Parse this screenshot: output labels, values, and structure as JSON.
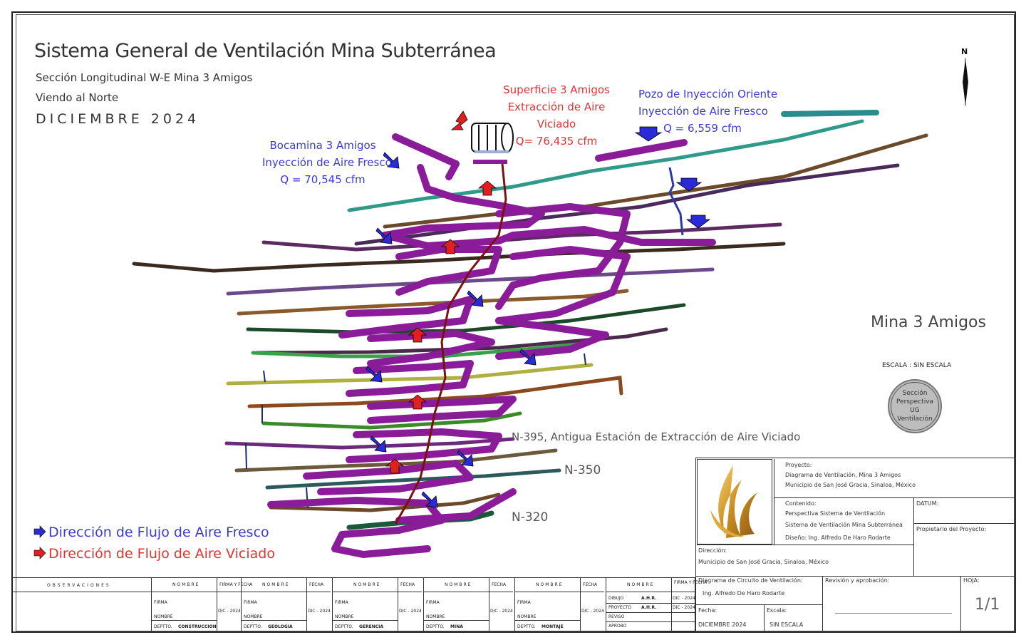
{
  "title": "Sistema General de Ventilación Mina Subterránea",
  "subtitle_section": "Sección Longitudinal W-E Mina 3 Amigos",
  "subtitle_view": "Viendo al Norte",
  "subtitle_date": "DICIEMBRE 2024",
  "north_label": "N",
  "labels": {
    "exhaust": {
      "line1": "Superficie 3 Amigos",
      "line2": "Extracción de Aire",
      "line3": "Viciado",
      "flow": "Q= 76,435 cfm"
    },
    "injection_east": {
      "line1": "Pozo de Inyección Oriente",
      "line2": "Inyección de Aire Fresco",
      "flow": "Q = 6,559 cfm"
    },
    "adit": {
      "line1": "Bocamina 3 Amigos",
      "line2": "Inyección de Aire Fresco",
      "flow": "Q = 70,545 cfm"
    }
  },
  "levels": {
    "n395": "N-395, Antigua Estación de Extracción de Aire Viciado",
    "n350": "N-350",
    "n320": "N-320"
  },
  "mine_name": "Mina 3 Amigos",
  "scale_label": "ESCALA : SIN ESCALA",
  "stamp": {
    "line1": "Sección",
    "line2": "Perspectiva",
    "line3": "UG",
    "line4": "Ventilación"
  },
  "legend": {
    "fresh": "Dirección de Flujo de Aire Fresco",
    "stale": "Dirección de Flujo de Aire Viciado"
  },
  "colors": {
    "fresh": "#2a2ad6",
    "stale": "#e02020",
    "ramp": "#8a1c9a",
    "shaft": "#7a1010",
    "teal": "#2a8c8c"
  },
  "title_block": {
    "project_label": "Proyecto:",
    "project_1": "Diagrama de Ventilación, Mina 3 Amigos",
    "project_2": "Municipio de San José Gracia, Sinaloa, México",
    "content_label": "Contenido:",
    "content_1": "Perspectiva Sistema de Ventilación",
    "content_2": "Sistema de Ventilación Mina Subterránea",
    "design": "Diseño: Ing. Alfredo De Haro Rodarte",
    "datum": "DATUM:",
    "owner": "Propietario del Proyecto:",
    "address_label": "Dirección:",
    "address": "Municipio de San José Gracia, Sinaloa, México",
    "diagram_label": "Diagrama de Circuito de Ventilación:",
    "diagram_author": "Ing. Alfredo De Haro Rodarte",
    "review_label": "Revisión y aprobación:",
    "sheet_label": "HOJA:",
    "sheet_value": "1/1",
    "date_label": "Fecha:",
    "date_value": "DICIEMBRE 2024",
    "scale_label": "Escala:",
    "scale_value": "SIN ESCALA"
  },
  "signature_row": {
    "observaciones": "OBSERVACIONES",
    "nombre": "NOMBRE",
    "firma_fecha": "FIRMA Y FECHA",
    "fecha": "FECHA",
    "firma": "FIRMA",
    "nombre_small": "NOMBRE",
    "depto": "DEPTTO.",
    "date": "DIC - 2024",
    "dept_construccion": "CONSTRUCCION",
    "dept_geologia": "GEOLOGIA",
    "dept_gerencia": "GERENCIA",
    "dept_mina": "MINA",
    "dept_montaje": "MONTAJE",
    "dibujo": "DIBUJO",
    "proyecto": "PROYECTO",
    "reviso": "REVISO",
    "aprobo": "APROBO",
    "initials": "A.H.R."
  }
}
